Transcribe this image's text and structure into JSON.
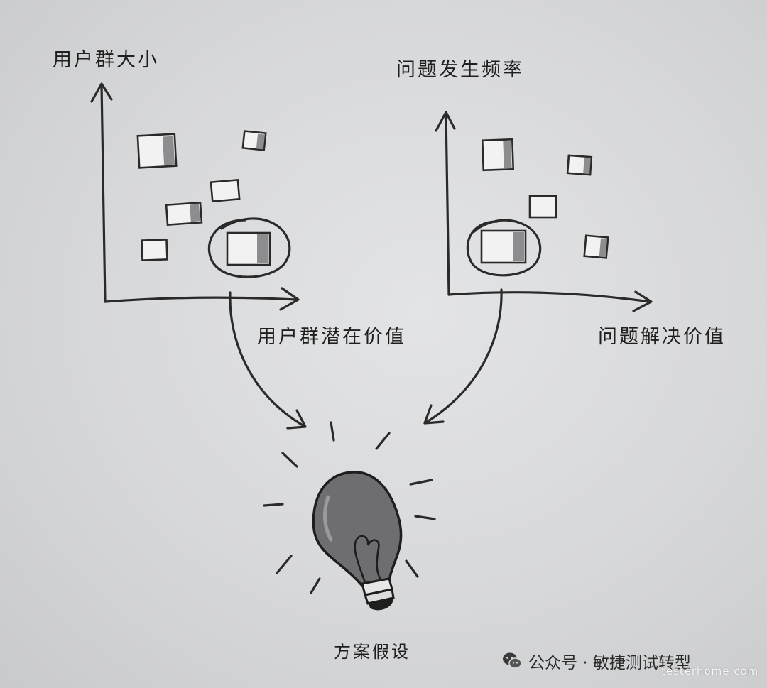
{
  "left_chart": {
    "y_axis_label": "用户群大小",
    "x_axis_label": "用户群潜在价值"
  },
  "right_chart": {
    "y_axis_label": "问题发生频率",
    "x_axis_label": "问题解决价值"
  },
  "result_label": "方案假设",
  "watermark": {
    "icon": "wechat-icon",
    "text": "公众号 · 敏捷测试转型",
    "site": "testerhome.com"
  },
  "colors": {
    "ink": "#2a2a2a",
    "paper": "#d9dadc",
    "bulb": "#6e6e70"
  }
}
